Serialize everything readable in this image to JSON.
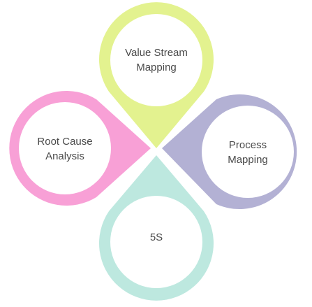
{
  "diagram": {
    "petals": [
      {
        "id": "top",
        "lines": [
          "Value Stream",
          "Mapping"
        ],
        "color": "#e3f28f"
      },
      {
        "id": "right",
        "lines": [
          "Process",
          "Mapping"
        ],
        "color": "#b3b1d4"
      },
      {
        "id": "bottom",
        "lines": [
          "5S"
        ],
        "color": "#bde8df"
      },
      {
        "id": "left",
        "lines": [
          "Root Cause",
          "Analysis"
        ],
        "color": "#f8a0d6"
      }
    ]
  }
}
